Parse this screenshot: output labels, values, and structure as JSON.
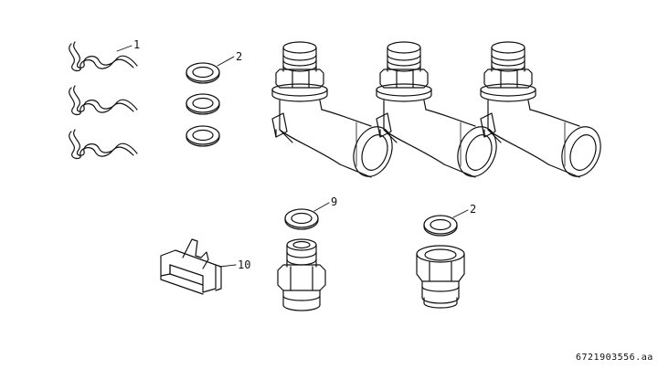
{
  "callouts": {
    "clips": "1",
    "washers_top": "2",
    "washer_mid": "9",
    "washer_right": "2",
    "clip_holder": "10"
  },
  "document_id": "6721903556.aa"
}
